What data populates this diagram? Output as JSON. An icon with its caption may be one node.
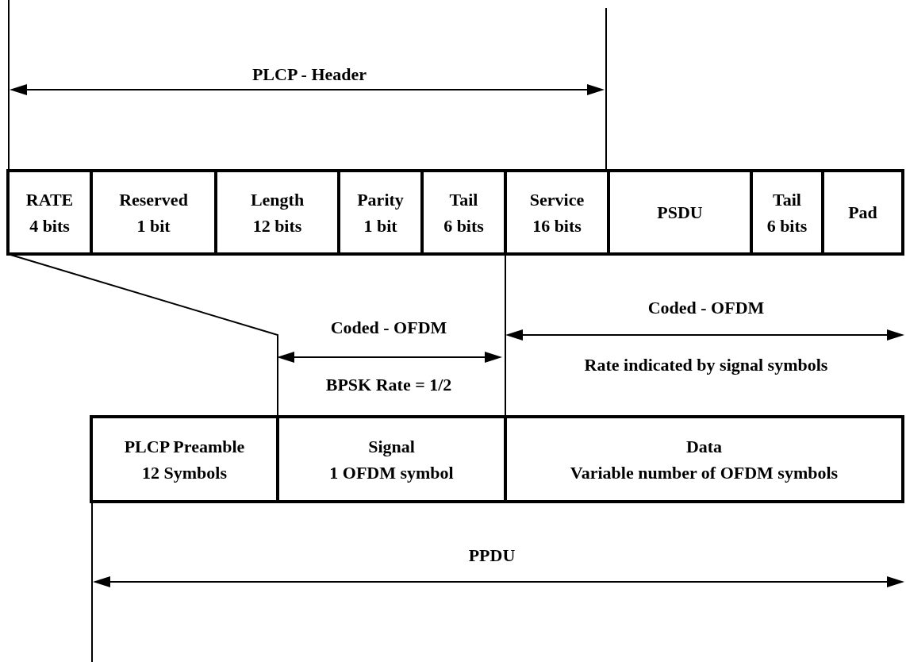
{
  "diagram": {
    "nodes": [
      {
        "text": [
          "RATE",
          "4 bits"
        ]
      },
      {
        "text": [
          "Reserved",
          "1 bit"
        ]
      },
      {
        "text": [
          "Length",
          "12 bits"
        ]
      },
      {
        "text": [
          "Parity",
          "1 bit"
        ]
      },
      {
        "text": [
          "Tail",
          "6 bits"
        ]
      },
      {
        "text": [
          "Service",
          "16 bits"
        ]
      },
      {
        "text": [
          "PSDU"
        ]
      },
      {
        "text": [
          "Tail",
          "6 bits"
        ]
      },
      {
        "text": [
          "Pad"
        ]
      },
      {
        "text": [
          "PLCP Preamble",
          "12 Symbols"
        ]
      },
      {
        "text": [
          "Signal",
          "1 OFDM symbol"
        ]
      },
      {
        "text": [
          "Data",
          "Variable number of OFDM symbols"
        ]
      }
    ],
    "edges": [
      {
        "from": 0,
        "to": 10,
        "arrow": "none"
      },
      {
        "from": 4,
        "to": 10,
        "arrow": "none"
      }
    ],
    "labels": [
      "PLCP - Header",
      "Coded - OFDM",
      "Coded - OFDM",
      "Rate indicated by signal symbols",
      "BPSK Rate = 1/2",
      "PPDU"
    ]
  }
}
